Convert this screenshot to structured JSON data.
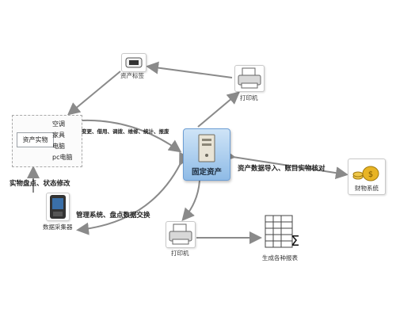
{
  "nodes": {
    "asset_tag": "资产标签",
    "printer_top": "打印机",
    "fixed_asset": "固定资产",
    "finance": "财物系统",
    "physical_asset": "资产实物",
    "asset_items": [
      "空调",
      "家具",
      "电脑",
      "pc电脑"
    ],
    "collector": "数据采集器",
    "printer_bottom": "打印机",
    "reports": "生成各种报表"
  },
  "edges": {
    "change_label": "变更、借用、调拨、维修、统计、报废",
    "import_label": "资产数据导入、账目实物核对",
    "inventory_label": "实物盘点、状态修改",
    "exchange_label": "管理系统、盘点数据交换"
  },
  "colors": {
    "arrow": "#8a8a8a",
    "center_fill": "#a9cdee",
    "coin": "#e8b424"
  }
}
